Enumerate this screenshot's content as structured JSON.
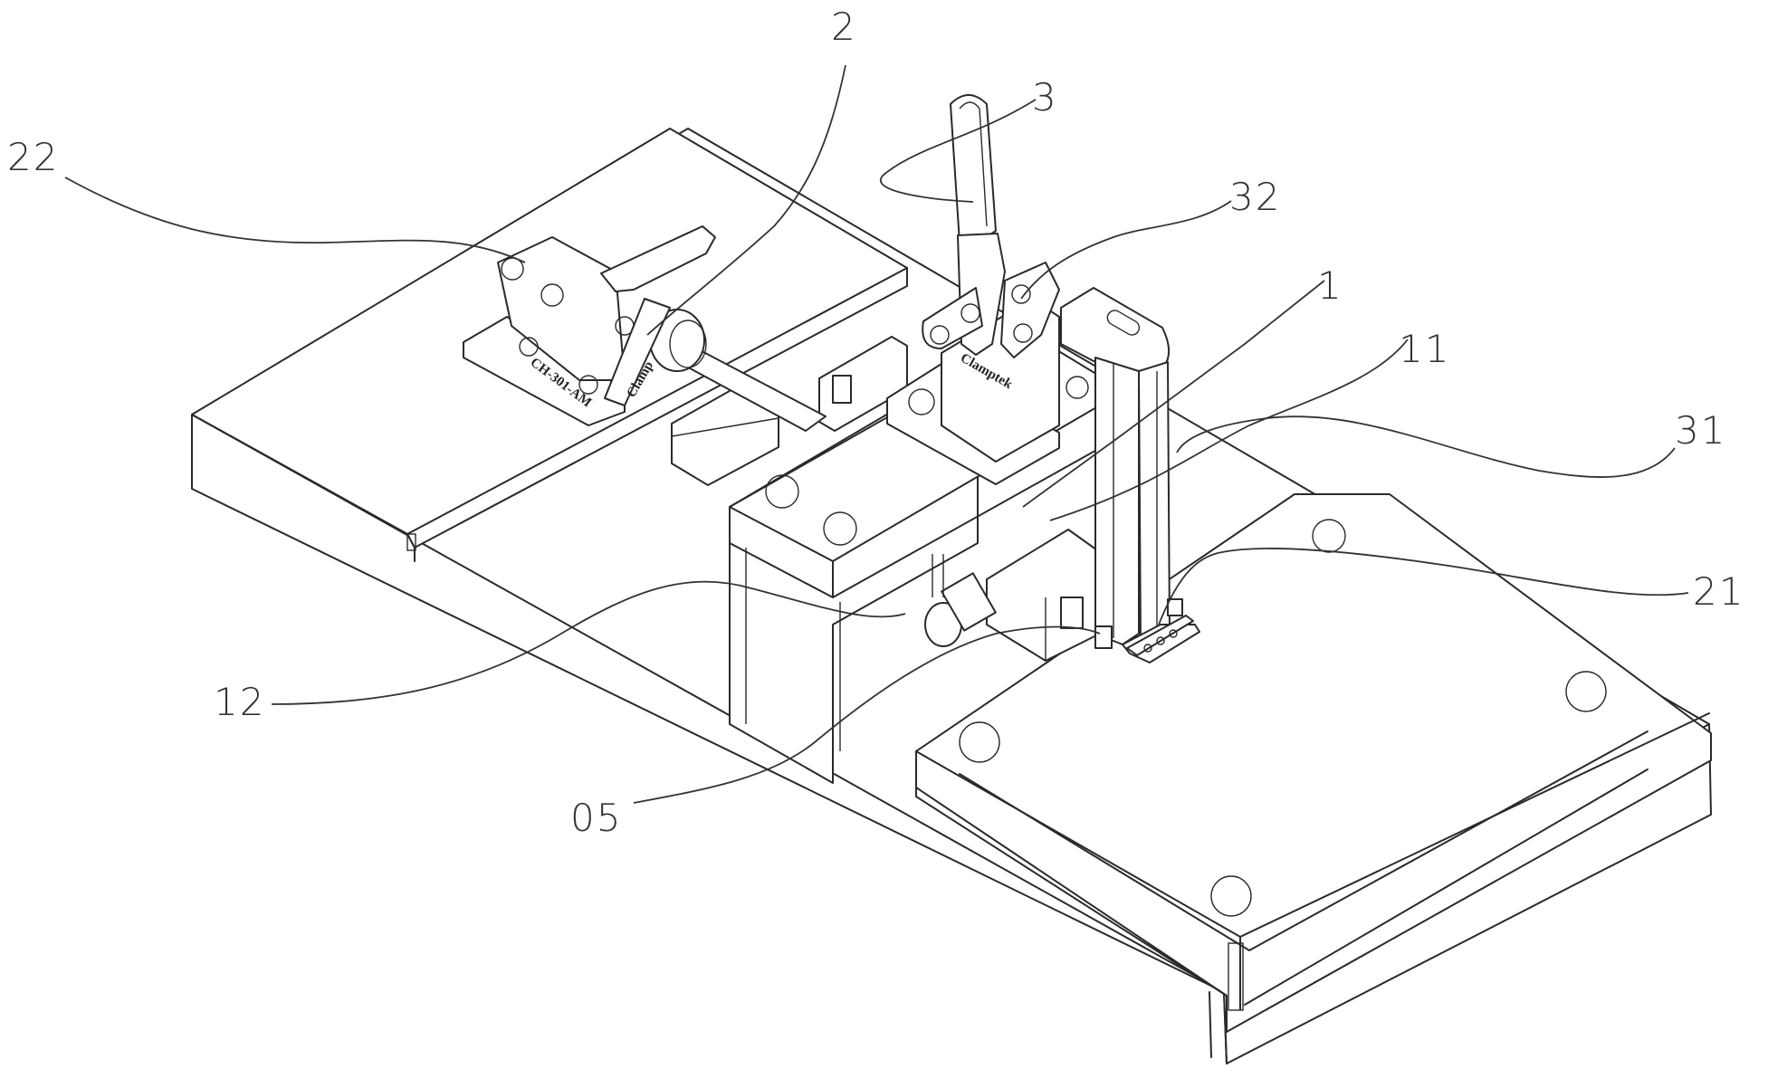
{
  "figure": {
    "type": "isometric patent drawing",
    "colors": {
      "line": "#2a2a2a",
      "background": "#ffffff"
    }
  },
  "reference_numerals": [
    {
      "id": "2",
      "label": "2"
    },
    {
      "id": "22",
      "label": "22"
    },
    {
      "id": "3",
      "label": "3"
    },
    {
      "id": "32",
      "label": "32"
    },
    {
      "id": "1",
      "label": "1"
    },
    {
      "id": "11",
      "label": "11"
    },
    {
      "id": "31",
      "label": "31"
    },
    {
      "id": "21",
      "label": "21"
    },
    {
      "id": "12",
      "label": "12"
    },
    {
      "id": "05",
      "label": "05"
    }
  ],
  "markings": {
    "left_clamp_model": "CH-301-AM",
    "left_clamp_brand": "Clamp",
    "right_clamp_brand": "Clamptek"
  }
}
